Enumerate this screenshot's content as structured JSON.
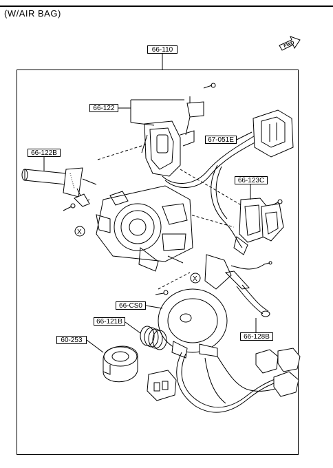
{
  "header": {
    "title": "(W/AIR BAG)"
  },
  "direction_marker": {
    "label": "FWD"
  },
  "callouts": {
    "main_assembly": "66-110",
    "wiper_switch": "66-122",
    "wiper_lever": "66-122B",
    "connector": "67-051E",
    "combination_switch": "66-123C",
    "clock_spring": "66-CS0",
    "spring": "66-121B",
    "cancel_cam": "60-253",
    "turn_lever": "66-128B"
  },
  "symbols": {
    "omitted_mark": "X"
  }
}
